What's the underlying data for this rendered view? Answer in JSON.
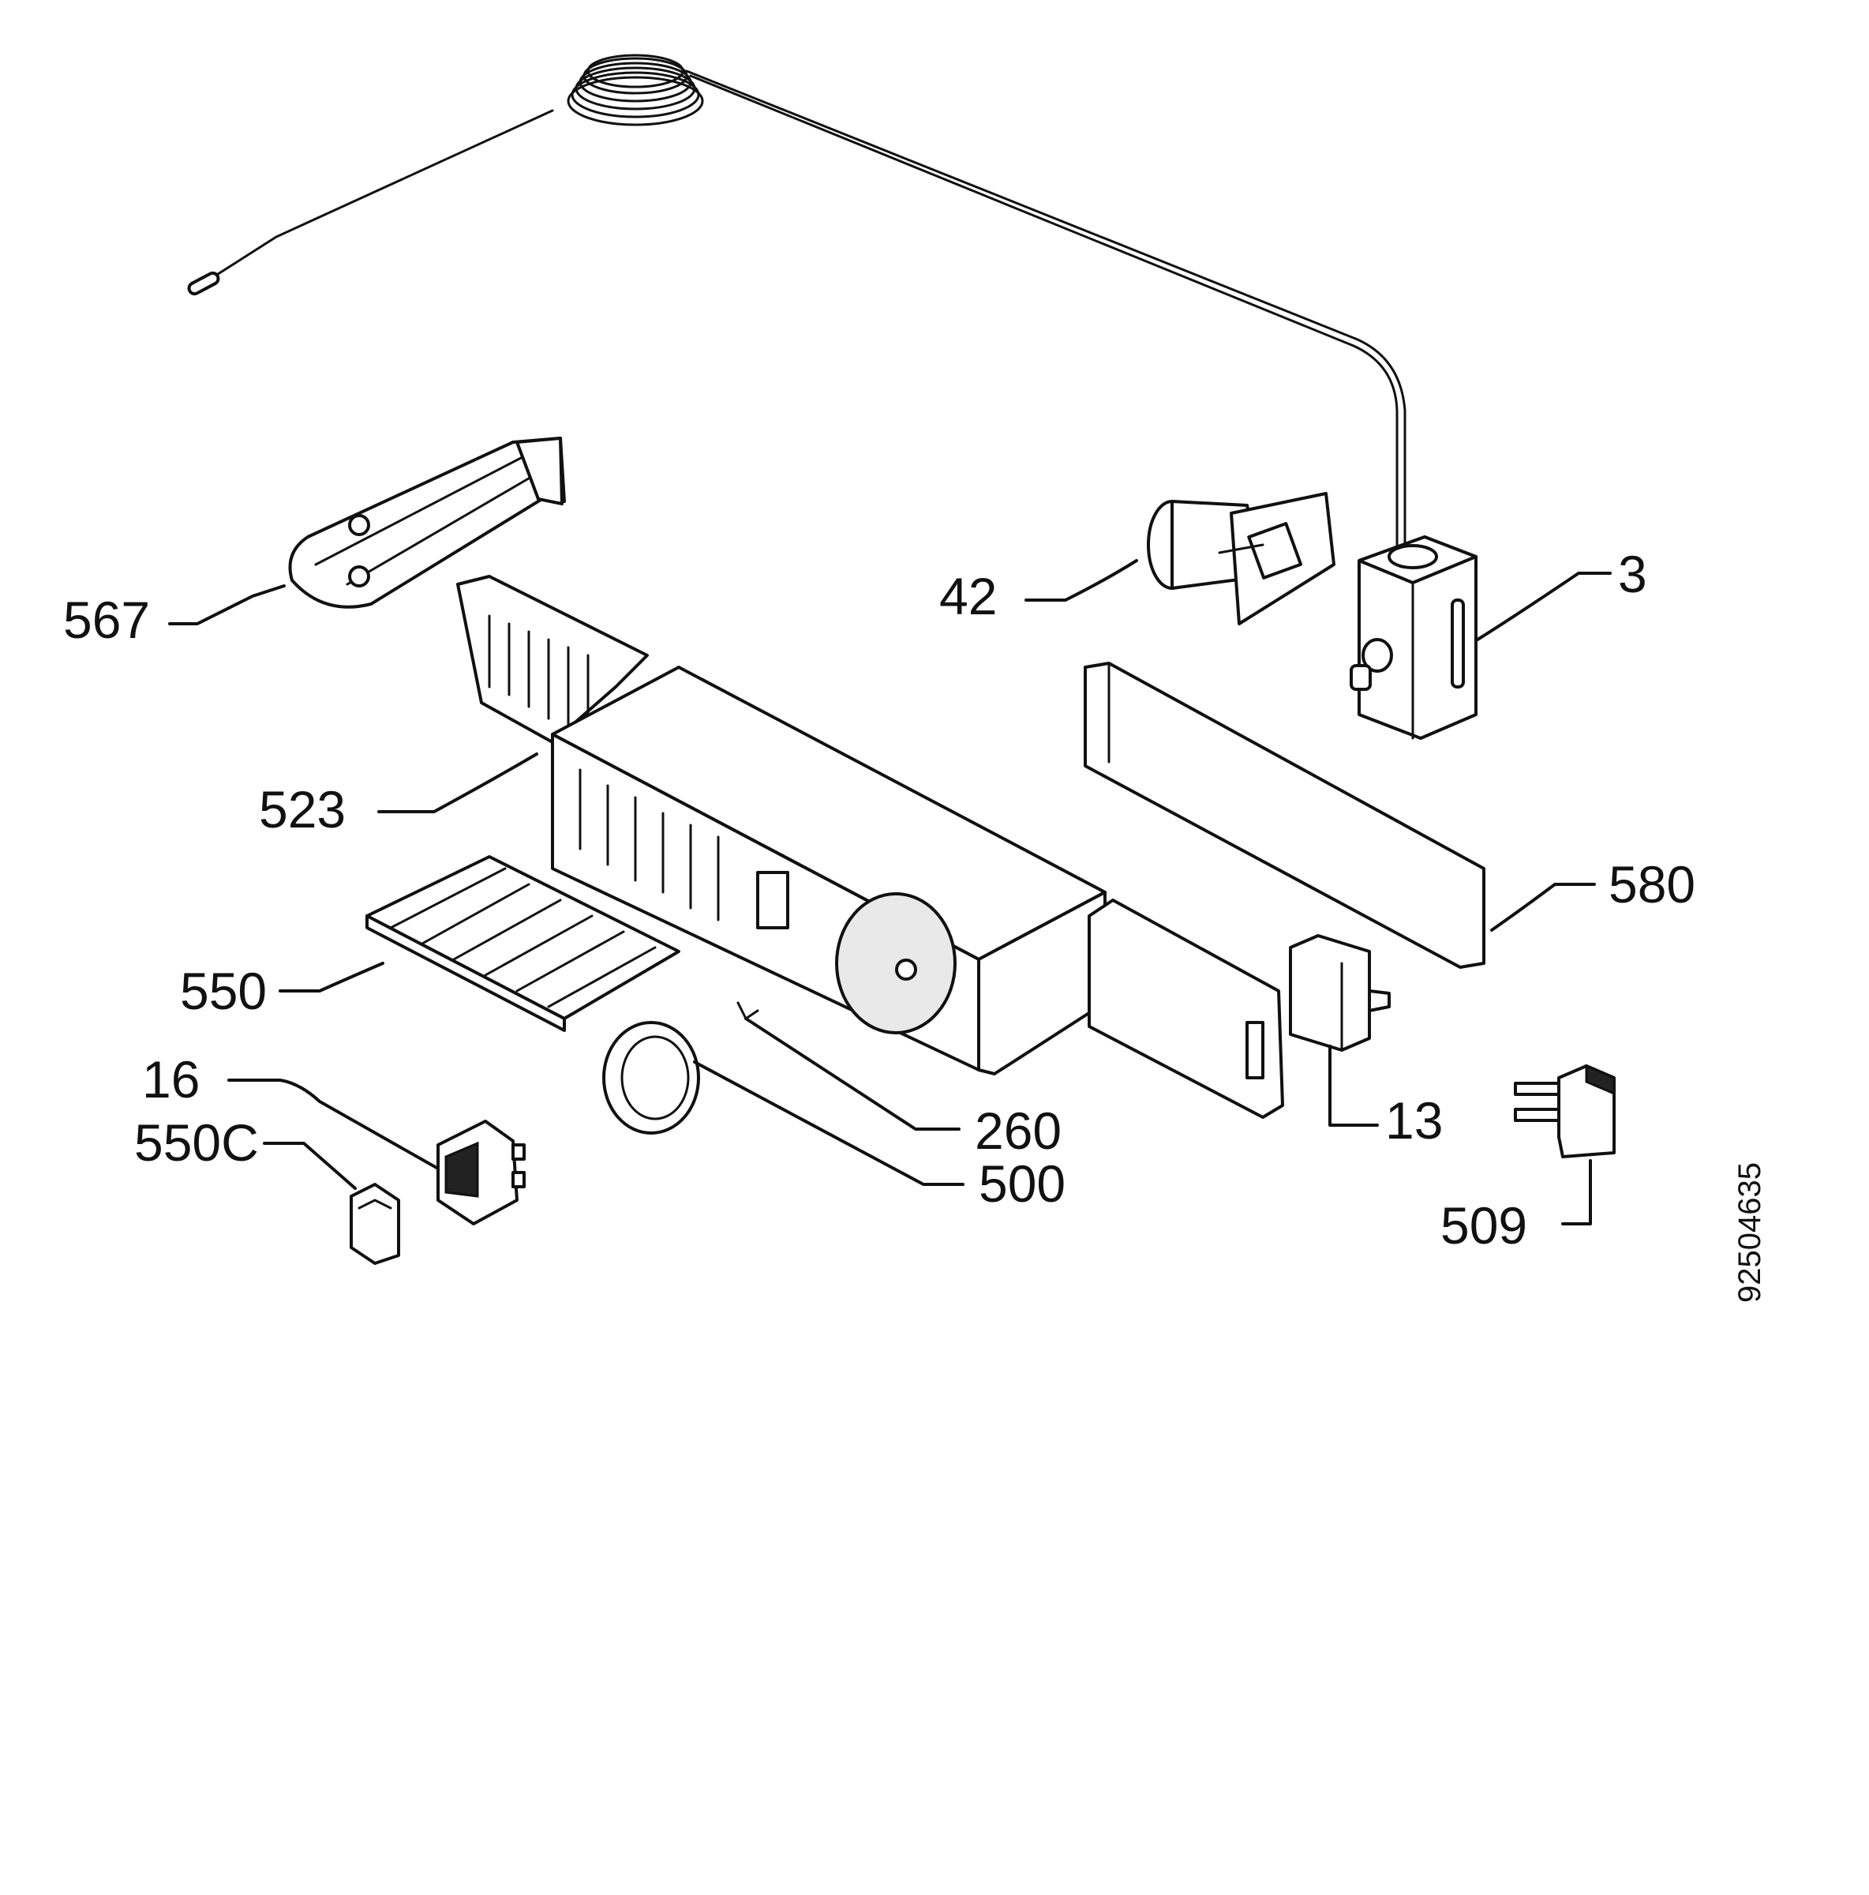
{
  "diagram": {
    "document_id": "92504635",
    "callouts": [
      {
        "id": "567",
        "label": "567"
      },
      {
        "id": "42",
        "label": "42"
      },
      {
        "id": "3",
        "label": "3"
      },
      {
        "id": "523",
        "label": "523"
      },
      {
        "id": "580",
        "label": "580"
      },
      {
        "id": "550",
        "label": "550"
      },
      {
        "id": "16",
        "label": "16"
      },
      {
        "id": "550c",
        "label": "550C"
      },
      {
        "id": "260",
        "label": "260"
      },
      {
        "id": "500",
        "label": "500"
      },
      {
        "id": "13",
        "label": "13"
      },
      {
        "id": "509",
        "label": "509"
      }
    ]
  }
}
